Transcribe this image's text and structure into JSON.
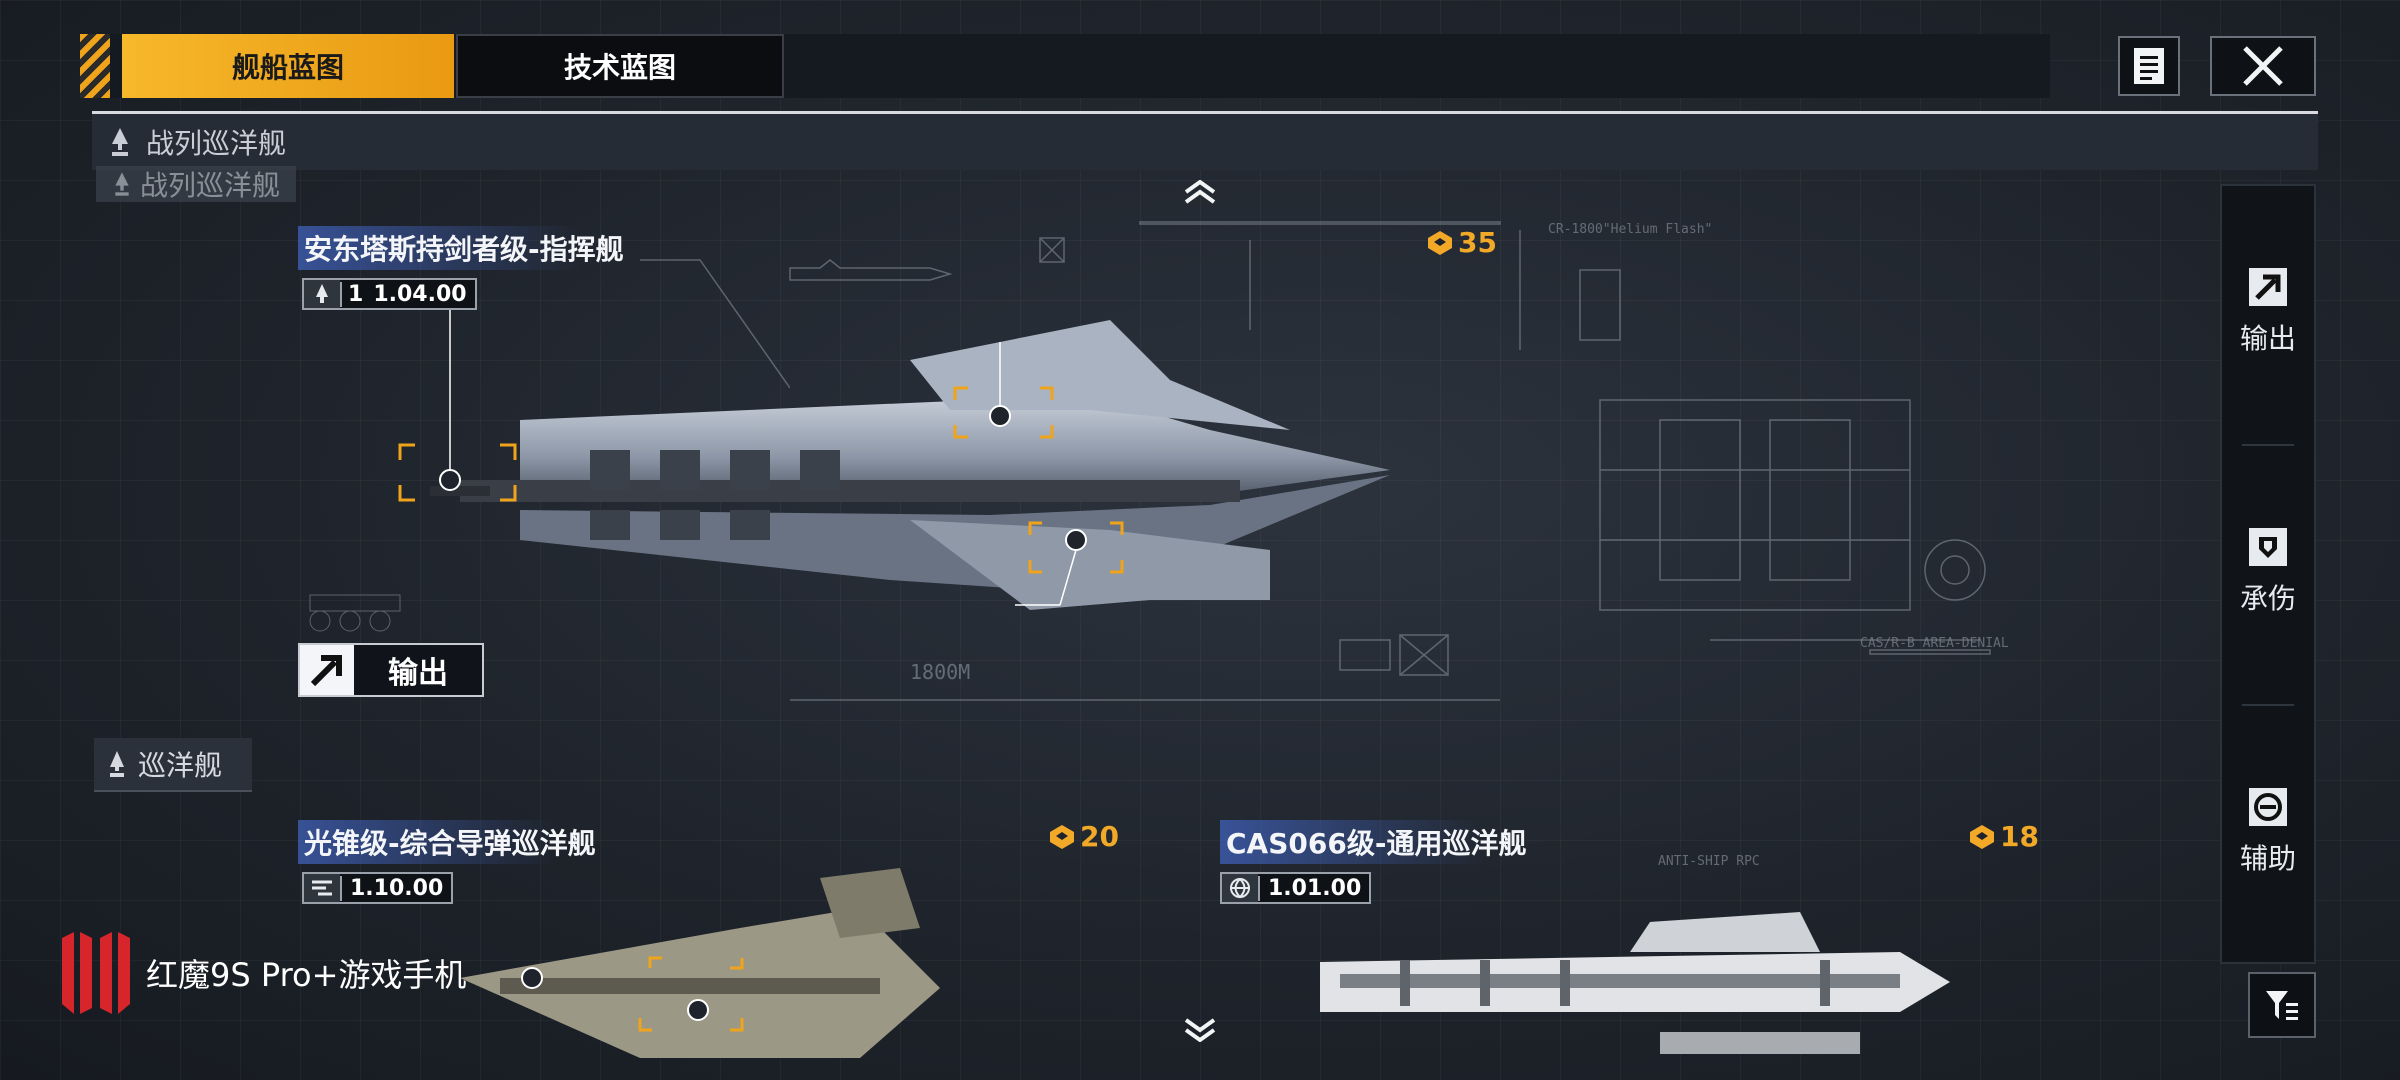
{
  "tabs": [
    {
      "label": "舰船蓝图",
      "active": true
    },
    {
      "label": "技术蓝图",
      "active": false
    }
  ],
  "section": {
    "title": "战列巡洋舰",
    "ghost_title": "战列巡洋舰"
  },
  "subsection": {
    "title": "巡洋舰"
  },
  "ships": [
    {
      "name": "安东塔斯持剑者级-指挥舰",
      "tier": "1",
      "version": "1.04.00",
      "cost": "35",
      "role": "输出"
    },
    {
      "name": "光锥级-综合导弹巡洋舰",
      "version": "1.10.00",
      "cost": "20"
    },
    {
      "name": "CAS066级-通用巡洋舰",
      "version": "1.01.00",
      "cost": "18"
    }
  ],
  "sidebar": [
    {
      "label": "输出",
      "icon": "arrow-output-icon"
    },
    {
      "label": "承伤",
      "icon": "shield-icon"
    },
    {
      "label": "辅助",
      "icon": "support-icon"
    }
  ],
  "blueprint_labels": {
    "length": "1800M",
    "model": "CR-1800\"Helium Flash\"",
    "area": "CAS/R-B AREA-DENIAL",
    "anti": "ANTI-SHIP RPC"
  },
  "watermark": "红魔9S Pro+游戏手机",
  "colors": {
    "accent": "#f3a928",
    "tab_active": "#f0a41c",
    "title_highlight": "#3c5aaa"
  }
}
